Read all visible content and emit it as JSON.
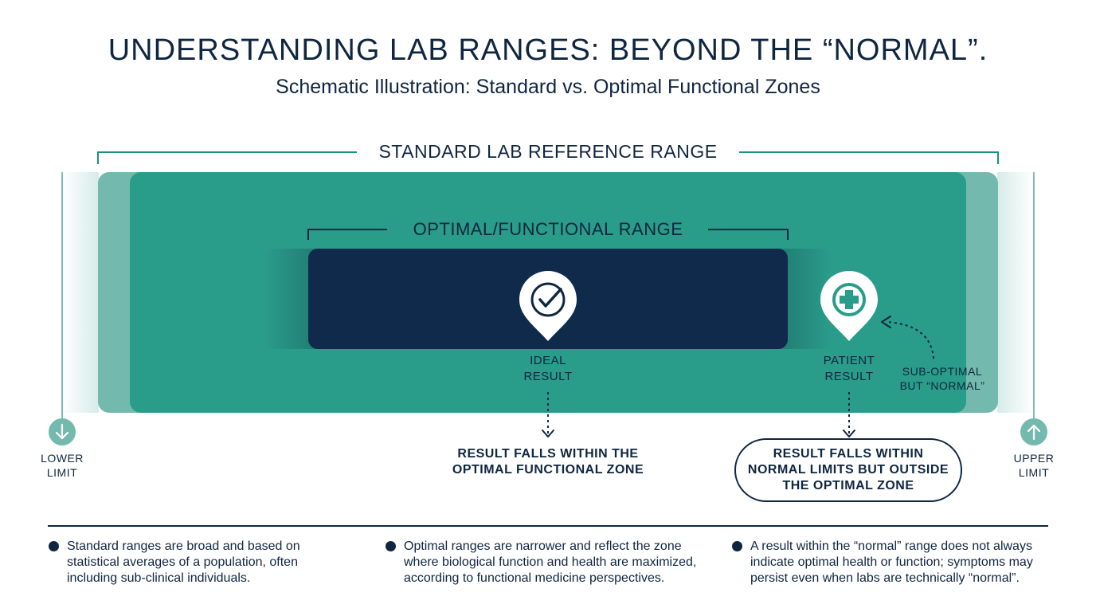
{
  "title": "UNDERSTANDING LAB RANGES: BEYOND THE “NORMAL”.",
  "subtitle": "Schematic Illustration: Standard vs. Optimal Functional Zones",
  "standard_range_label": "STANDARD LAB REFERENCE RANGE",
  "optimal_range_label": "OPTIMAL/FUNCTIONAL RANGE",
  "ideal": {
    "label_line1": "IDEAL",
    "label_line2": "RESULT",
    "description_line1": "RESULT FALLS WITHIN THE",
    "description_line2": "OPTIMAL FUNCTIONAL ZONE",
    "icon": "checkmark-icon"
  },
  "patient": {
    "label_line1": "PATIENT",
    "label_line2": "RESULT",
    "description_line1": "RESULT FALLS WITHIN",
    "description_line2": "NORMAL LIMITS BUT OUTSIDE",
    "description_line3": "THE OPTIMAL ZONE",
    "icon": "medical-cross-icon"
  },
  "suboptimal_note": {
    "line1": "SUB-OPTIMAL",
    "line2": "BUT “NORMAL”"
  },
  "lower_limit": {
    "line1": "LOWER",
    "line2": "LIMIT",
    "icon": "arrow-down-icon"
  },
  "upper_limit": {
    "line1": "UPPER",
    "line2": "LIMIT",
    "icon": "arrow-up-icon"
  },
  "notes": [
    {
      "line1": "Standard ranges are broad and based on",
      "line2": "statistical averages of a population, often",
      "line3": "including sub-clinical individuals."
    },
    {
      "line1": "Optimal ranges are narrower and reflect the zone",
      "line2": "where biological function and health are maximized,",
      "line3": "according to functional medicine perspectives."
    },
    {
      "line1": "A result within the “normal” range does not always",
      "line2": "indicate optimal health or function; symptoms may",
      "line3": "persist even when labs are technically “normal”."
    }
  ],
  "colors": {
    "navy": "#0f2640",
    "teal_standard": "#2a9c8a",
    "teal_light": "#74b9ad",
    "optimal_zone": "#102a4c",
    "accent_teal": "#1b8f80"
  }
}
